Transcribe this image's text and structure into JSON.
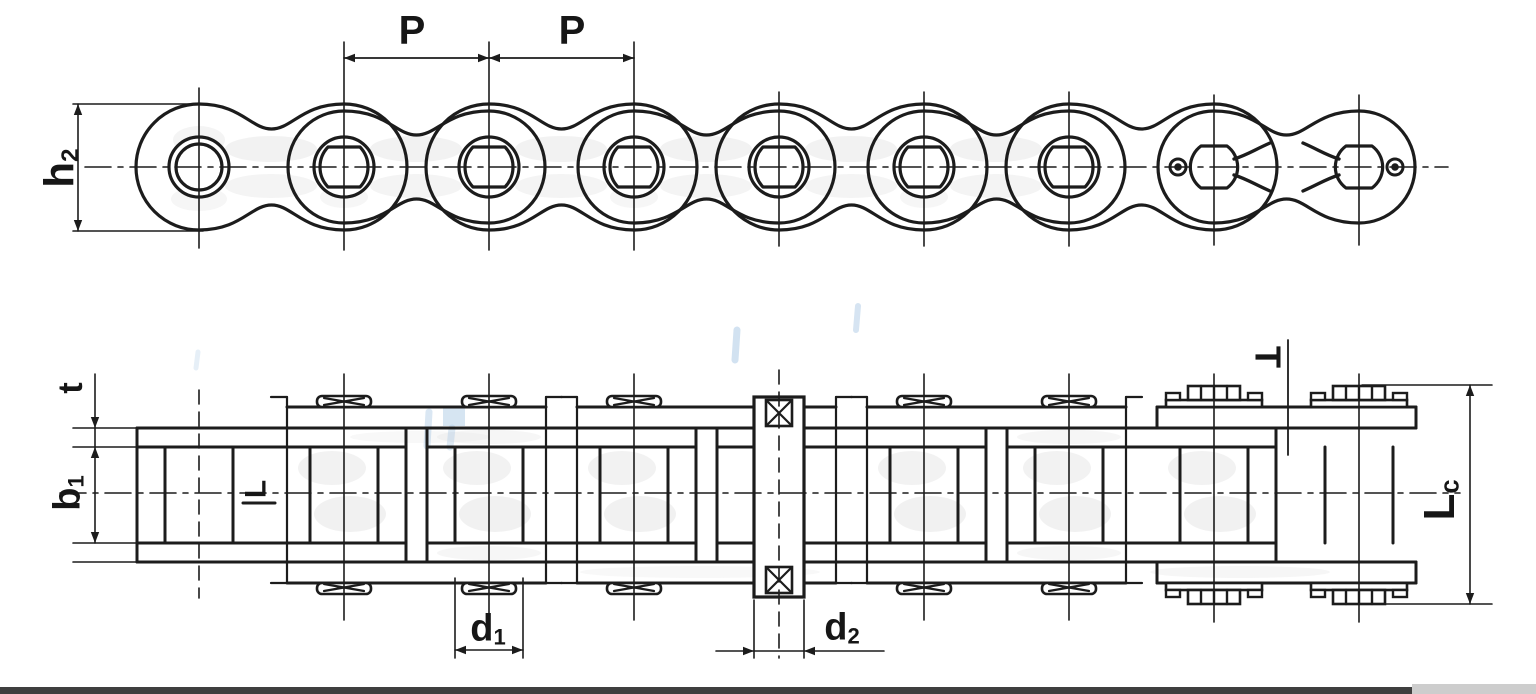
{
  "diagram": {
    "kind": "roller-chain-dimension-drawing",
    "views": {
      "side_view": "chain side elevation with 9 pin centers, connecting link with cotter pins at right",
      "plan_view": "chain plan view with riveted pins, centre connecting pin with crossed boxes, cotter pin ends at right"
    },
    "colors": {
      "line": "#1c1c1c",
      "background": "#ffffff",
      "shade": "#dededе",
      "blue_smudge": "#aecbe6",
      "bottom_bar": "#3f3f3f",
      "bottom_bar_right": "#cdcdcd"
    }
  },
  "labels": {
    "pitch_first": {
      "base": "P",
      "sub": ""
    },
    "pitch_second": {
      "base": "P",
      "sub": ""
    },
    "plate_height": {
      "base": "h",
      "sub": "2"
    },
    "plate_thickness": {
      "base": "t",
      "sub": ""
    },
    "inner_width": {
      "base": "b",
      "sub": "1"
    },
    "pin_length": {
      "base": "L",
      "sub": ""
    },
    "roller_diameter": {
      "base": "d",
      "sub": "1"
    },
    "pin_diameter": {
      "base": "d",
      "sub": "2"
    },
    "outer_plate_thickness": {
      "base": "T",
      "sub": ""
    },
    "pin_length_over_cotter": {
      "base": "L",
      "sub": "c"
    }
  }
}
